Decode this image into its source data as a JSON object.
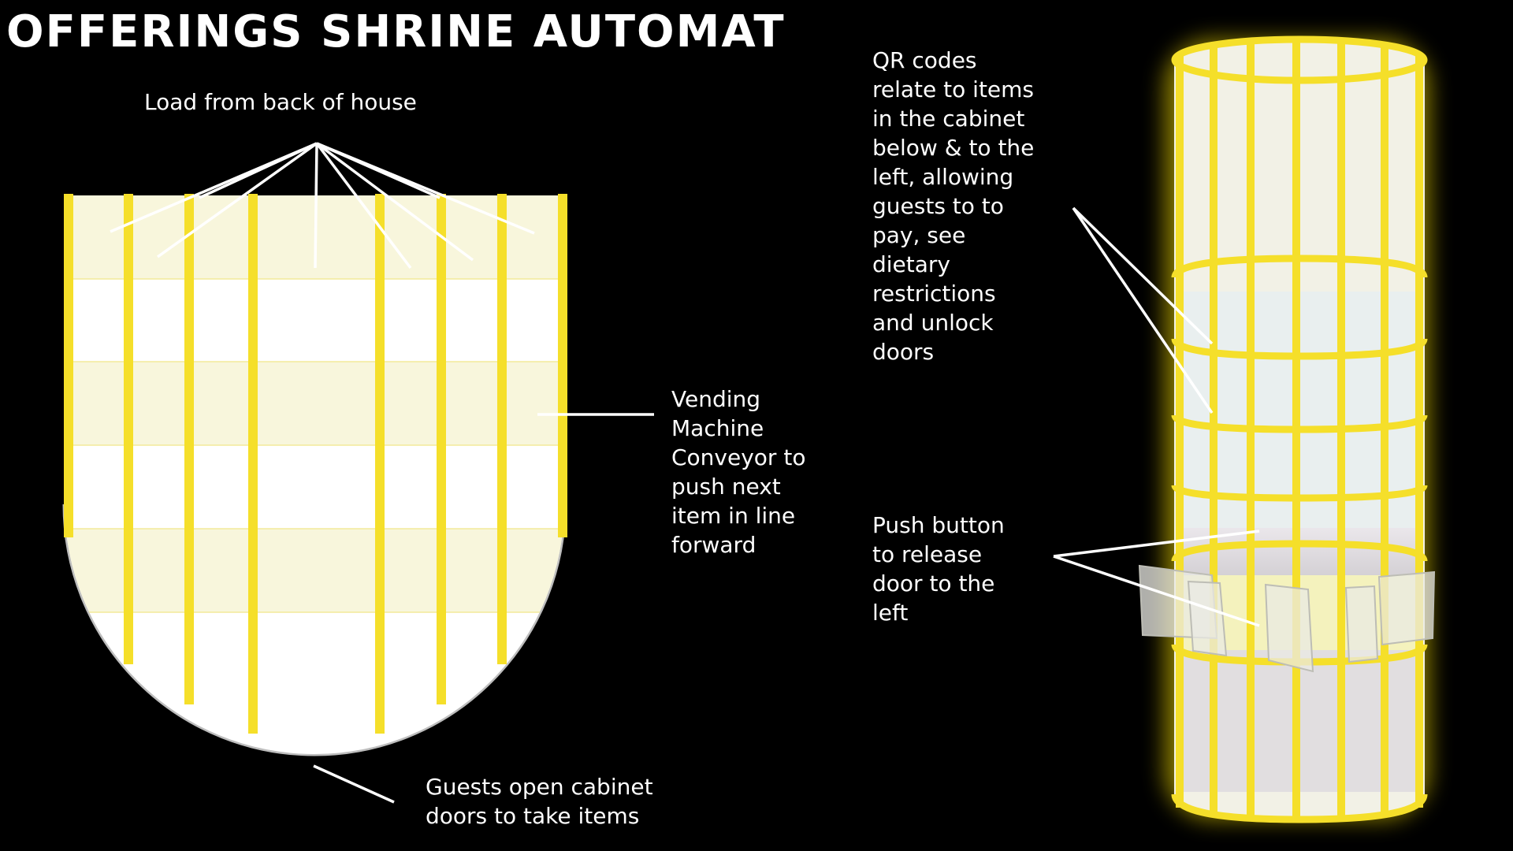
{
  "title": "Offerings Shrine Automat",
  "labels": {
    "load": "Load from back of house",
    "vending": "Vending\nMachine\nConveyor to\npush next\nitem in line\nforward",
    "guests": "Guests open cabinet\ndoors to take items",
    "qr": "QR codes\nrelate to items\nin the cabinet\nbelow & to the\nleft, allowing\nguests to to\npay, see\ndietary\nrestrictions\nand unlock\ndoors",
    "push": "Push button\nto release\ndoor to the\nleft"
  },
  "colors": {
    "background": "#000000",
    "accent_yellow": "#f5df2a",
    "glow_yellow": "#ffe600",
    "pale_yellow": "#f8f6dc",
    "white": "#ffffff",
    "callout_line": "#ffffff"
  }
}
